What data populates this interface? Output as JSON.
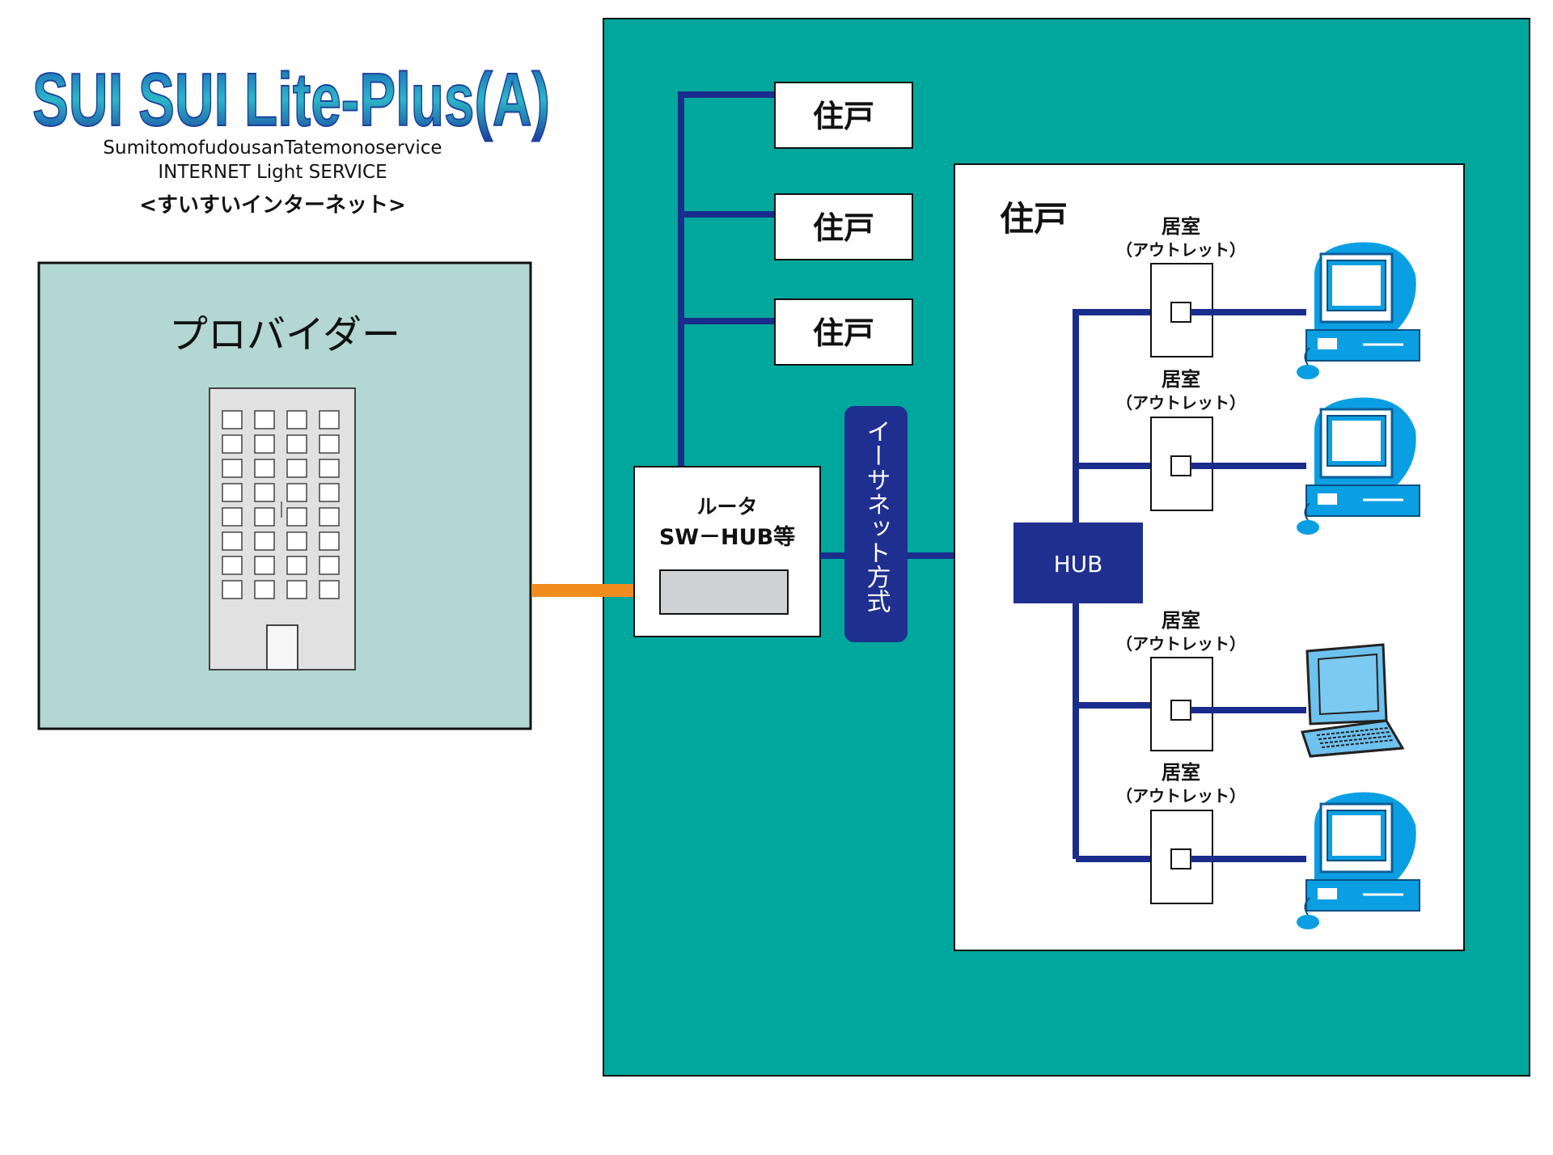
{
  "logo": {
    "text": "SUI SUI Lite-Plus(A)",
    "line1": "SumitomofudousanTatemonoservice",
    "line2": "INTERNET Light SERVICE",
    "line3": "<すいすいインターネット>"
  },
  "provider": {
    "label": "プロバイダー"
  },
  "building": {
    "units": [
      {
        "label": "住戸"
      },
      {
        "label": "住戸"
      },
      {
        "label": "住戸"
      }
    ]
  },
  "router": {
    "line1": "ルータ",
    "line2": "SW－HUB等"
  },
  "ethernet": {
    "label": "イーサネット方式"
  },
  "unit_detail": {
    "title": "住戸"
  },
  "hub": {
    "label": "HUB"
  },
  "rooms": [
    {
      "name": "居室",
      "sub": "（アウトレット）",
      "device": "desktop"
    },
    {
      "name": "居室",
      "sub": "（アウトレット）",
      "device": "desktop"
    },
    {
      "name": "居室",
      "sub": "（アウトレット）",
      "device": "laptop"
    },
    {
      "name": "居室",
      "sub": "（アウトレット）",
      "device": "desktop"
    }
  ],
  "colors": {
    "teal_area": "#00a79d",
    "provider_bg": "#b3d7d2",
    "line_blue": "#1a2d8c",
    "fiber_orange": "#f08c1e",
    "hub_fill": "#1f2f8f",
    "device_blue": "#0a9fe3"
  }
}
